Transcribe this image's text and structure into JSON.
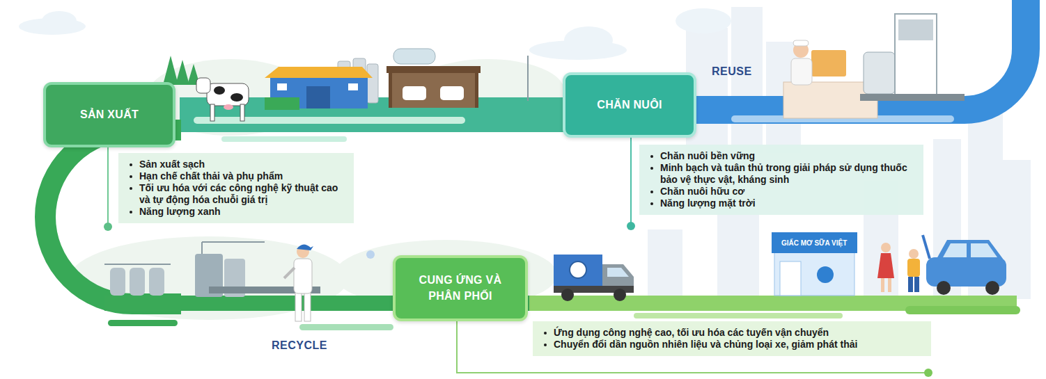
{
  "diagram": {
    "nodes": [
      {
        "text": [
          "SẢN XUẤT"
        ]
      },
      {
        "text": [
          "Sản xuất sạch",
          "Hạn chế chất thải và phụ phẩm",
          "Tối ưu hóa với các công nghệ kỹ thuật cao và tự động hóa chuỗi giá trị",
          "Năng lượng xanh"
        ]
      },
      {
        "text": [
          "CHĂN NUÔI"
        ]
      },
      {
        "text": [
          "Chăn nuôi bền vững",
          "Minh bạch và tuân thủ trong giải pháp sử dụng thuốc bảo vệ thực vật, kháng sinh",
          "Chăn nuôi hữu cơ",
          "Năng lượng mặt trời"
        ]
      },
      {
        "text": [
          "CUNG ỨNG VÀ PHÂN PHỐI"
        ]
      },
      {
        "text": [
          "Ứng dụng công nghệ cao, tối ưu hóa các tuyến vận chuyển",
          "Chuyển đổi dần nguồn nhiên liệu và chủng loại xe, giảm phát thải"
        ]
      }
    ],
    "labels": [
      "REUSE",
      "RECYCLE",
      "GIẤC MƠ SỮA VIỆT"
    ]
  }
}
